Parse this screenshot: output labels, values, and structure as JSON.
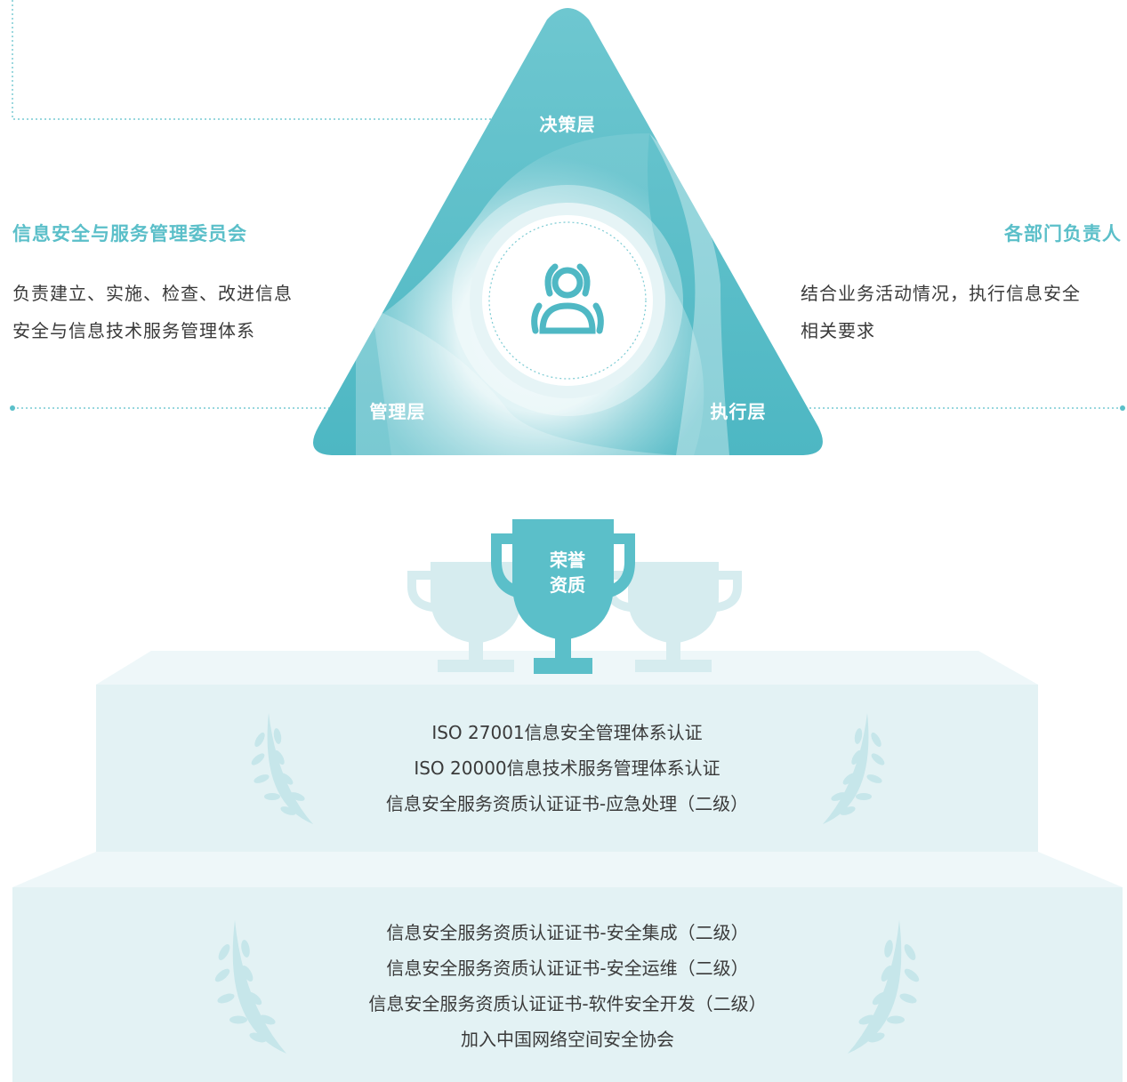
{
  "triangle": {
    "top_label": "决策层",
    "left_label": "管理层",
    "right_label": "执行层",
    "center_icon": "people-icon"
  },
  "left_block": {
    "title": "信息安全与服务管理委员会",
    "lines": [
      "负责建立、实施、检查、改进信息",
      "安全与信息技术服务管理体系"
    ]
  },
  "right_block": {
    "title": "各部门负责人",
    "lines": [
      "结合业务活动情况，执行信息安全",
      "相关要求"
    ]
  },
  "trophy": {
    "label_line1": "荣誉",
    "label_line2": "资质",
    "icon": "trophy-icon"
  },
  "upper_step": {
    "lines": [
      "ISO 27001信息安全管理体系认证",
      "ISO 20000信息技术服务管理体系认证",
      "信息安全服务资质认证证书-应急处理（二级）"
    ]
  },
  "lower_step": {
    "lines": [
      "信息安全服务资质认证证书-安全集成（二级）",
      "信息安全服务资质认证证书-安全运维（二级）",
      "信息安全服务资质认证证书-软件安全开发（二级）",
      "加入中国网络空间安全协会"
    ]
  },
  "colors": {
    "accent": "#5bbfc9",
    "step_fill": "#e3f2f4",
    "step_top": "#eef7f9"
  }
}
